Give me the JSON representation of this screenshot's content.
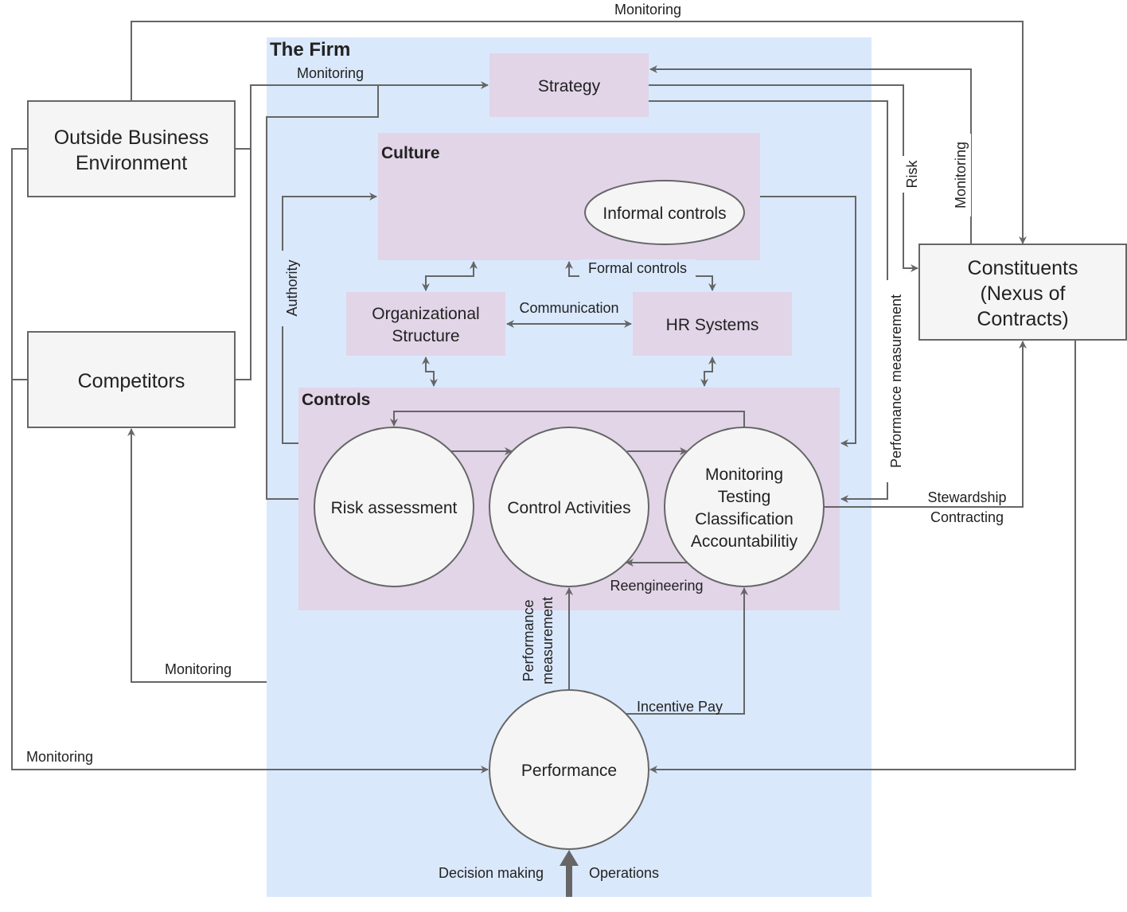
{
  "firm": {
    "title": "The Firm"
  },
  "nodes": {
    "outside": {
      "line1": "Outside Business",
      "line2": "Environment"
    },
    "competitors": {
      "label": "Competitors"
    },
    "strategy": {
      "label": "Strategy"
    },
    "culture": {
      "title": "Culture",
      "informal": "Informal controls"
    },
    "org": {
      "line1": "Organizational",
      "line2": "Structure"
    },
    "hr": {
      "label": "HR Systems"
    },
    "controls": {
      "title": "Controls"
    },
    "risk": {
      "label": "Risk assessment"
    },
    "control_activities": {
      "label": "Control Activities"
    },
    "monitoring": {
      "line1": "Monitoring",
      "line2": "Testing",
      "line3": "Classification",
      "line4": "Accountabilitiy"
    },
    "constituents": {
      "line1": "Constituents",
      "line2": "(Nexus of",
      "line3": "Contracts)"
    },
    "performance": {
      "label": "Performance"
    }
  },
  "edge_labels": {
    "monitoring_top": "Monitoring",
    "monitoring_strategy": "Monitoring",
    "risk": "Risk",
    "monitoring_constituents": "Monitoring",
    "authority": "Authority",
    "formal_controls": "Formal controls",
    "communication": "Communication",
    "performance_measurement_right": "Performance measurement",
    "stewardship": "Stewardship",
    "contracting": "Contracting",
    "reengineering": "Reengineering",
    "performance_measurement_1": "Performance",
    "performance_measurement_2": "measurement",
    "incentive_pay": "Incentive Pay",
    "monitoring_competitors": "Monitoring",
    "monitoring_performance": "Monitoring",
    "decision_making": "Decision making",
    "operations": "Operations"
  },
  "colors": {
    "firm_fill": "#dae8fc",
    "purple_fill": "#e1d5e7",
    "node_fill": "#f5f5f5",
    "stroke": "#666666"
  }
}
